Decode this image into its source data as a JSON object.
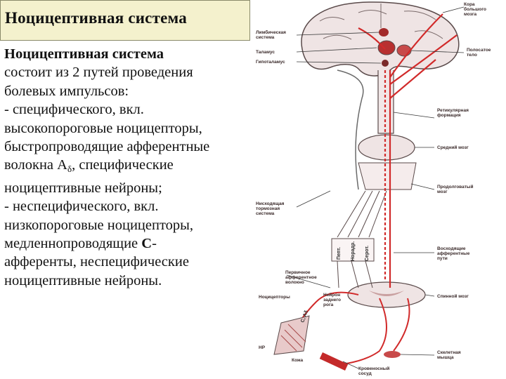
{
  "title": "Ноцицептивная система",
  "body": {
    "l1": "Ноцицептивная система",
    "l2": "состоит из 2 путей проведения",
    "l3": "болевых импульсов:",
    "l4": "- специфического, вкл.",
    "l5": "высокопороговые ноцицепторы,",
    "l6": "быстропроводящие афферентные",
    "l7_pre": "волокна А",
    "l7_sub": "δ",
    "l7_post": ", специфические",
    "l8": "ноцицептивные нейроны;",
    "l9": "- неспецифического, вкл.",
    "l10": "низкопороговые ноцицепторы,",
    "l11_pre": "медленнопроводящие ",
    "l11_bold": "С",
    "l11_post": "-",
    "l12": "афференты, неспецифические",
    "l13": "ноцицептивные нейроны."
  },
  "diagram": {
    "labels": {
      "cortex": [
        "Кора",
        "большого",
        "мозга"
      ],
      "limbic": [
        "Лимбическая",
        "система"
      ],
      "thalamus": "Таламус",
      "hypothalamus": "Гипоталамус",
      "striatum": [
        "Полосатое",
        "тело"
      ],
      "reticular": [
        "Ретикулярная",
        "формация"
      ],
      "midbrain": "Средний мозг",
      "medulla": [
        "Продолговатый",
        "мозг"
      ],
      "descending": [
        "Нисходящая",
        "тормозная",
        "система"
      ],
      "ascending": [
        "Восходящие",
        "афферентные",
        "пути"
      ],
      "afferent_fiber": [
        "Первичное",
        "афферентное",
        "волокно"
      ],
      "nociceptors": "Ноцицепторы",
      "dorsal_horn": [
        "Нейрон",
        "заднего",
        "рога"
      ],
      "spinal_cord": "Спинной мозг",
      "muscle": [
        "Скелетная",
        "мышца"
      ],
      "skin": "Кожа",
      "vessel": [
        "Кровеносный",
        "сосуд"
      ],
      "hp": "НР",
      "fibers": "C, Aδ",
      "transmitters": [
        "Пепт.",
        "Норадр.",
        "Серот."
      ]
    },
    "colors": {
      "pathway": "#d12a2a",
      "outline": "#5a4a4a",
      "tissue": "#efe4e4"
    }
  }
}
